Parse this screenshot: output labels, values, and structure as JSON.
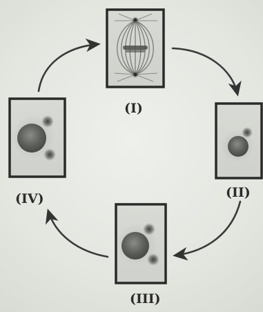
{
  "cycle": {
    "panels": [
      {
        "id": "I",
        "label": "(I)",
        "stage": "spindle"
      },
      {
        "id": "II",
        "label": "(II)",
        "stage": "cell-with-one-centrosome"
      },
      {
        "id": "III",
        "label": "(III)",
        "stage": "cell-with-two-centrosomes"
      },
      {
        "id": "IV",
        "label": "(IV)",
        "stage": "cell-with-separated-centrosomes"
      }
    ],
    "arrow_direction": "clockwise",
    "colors": {
      "frame": "#2a2a2a",
      "arrow": "#3a3a3a",
      "nucleus": "#5a5d58",
      "centrosome": "#3d3f3b"
    }
  }
}
